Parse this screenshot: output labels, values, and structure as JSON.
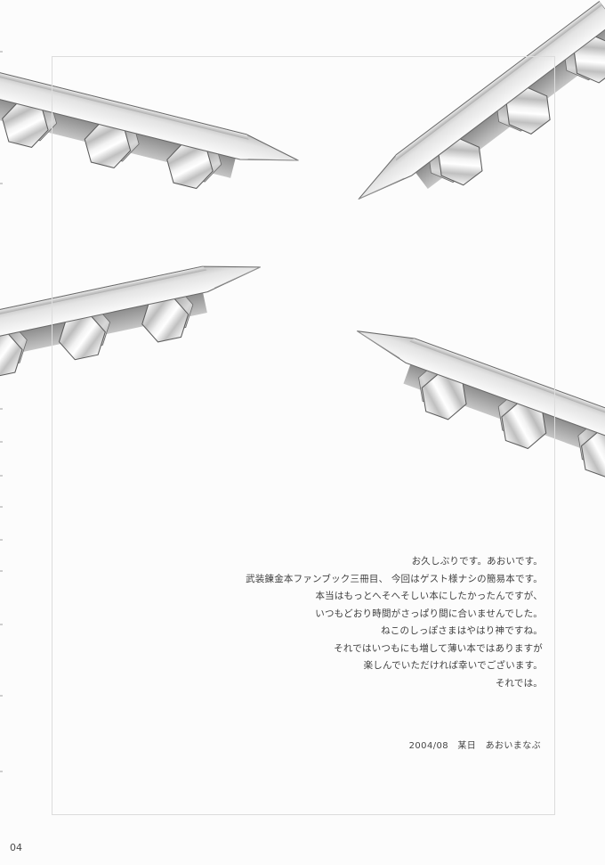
{
  "document": {
    "type": "scanned doujinshi afterword page",
    "page_number": "04"
  },
  "afterword": {
    "lines": [
      "お久しぶりです。あおいです。",
      "武装錬金本ファンブック三冊目、 今回はゲスト様ナシの簡易本です。",
      "本当はもっとへそへそしい本にしたかったんですが、",
      "いつもどおり時間がさっぱり間に合いませんでした。",
      "ねこのしっぽさまはやはり神ですね。",
      "それではいつもにも増して薄い本ではありますが",
      "楽しんでいただければ幸いでございます。",
      "それでは。"
    ],
    "signature": "2004/08　某日　あおいまなぶ"
  },
  "artwork": {
    "blades": [
      {
        "name": "lance-blade-top-left"
      },
      {
        "name": "lance-blade-top-right"
      },
      {
        "name": "lance-blade-middle-left"
      },
      {
        "name": "lance-blade-bottom-right"
      }
    ],
    "palette": {
      "blade_highlight": "#fafafa",
      "blade_shadow": "#bfbfbf",
      "underside_web": "#8e8e8e",
      "hex_streak": "#bcbcbc",
      "outline": "#6a6a6a"
    }
  },
  "frame": {
    "border_color": "#dcdcdc"
  },
  "page_background": "#fcfcfc"
}
